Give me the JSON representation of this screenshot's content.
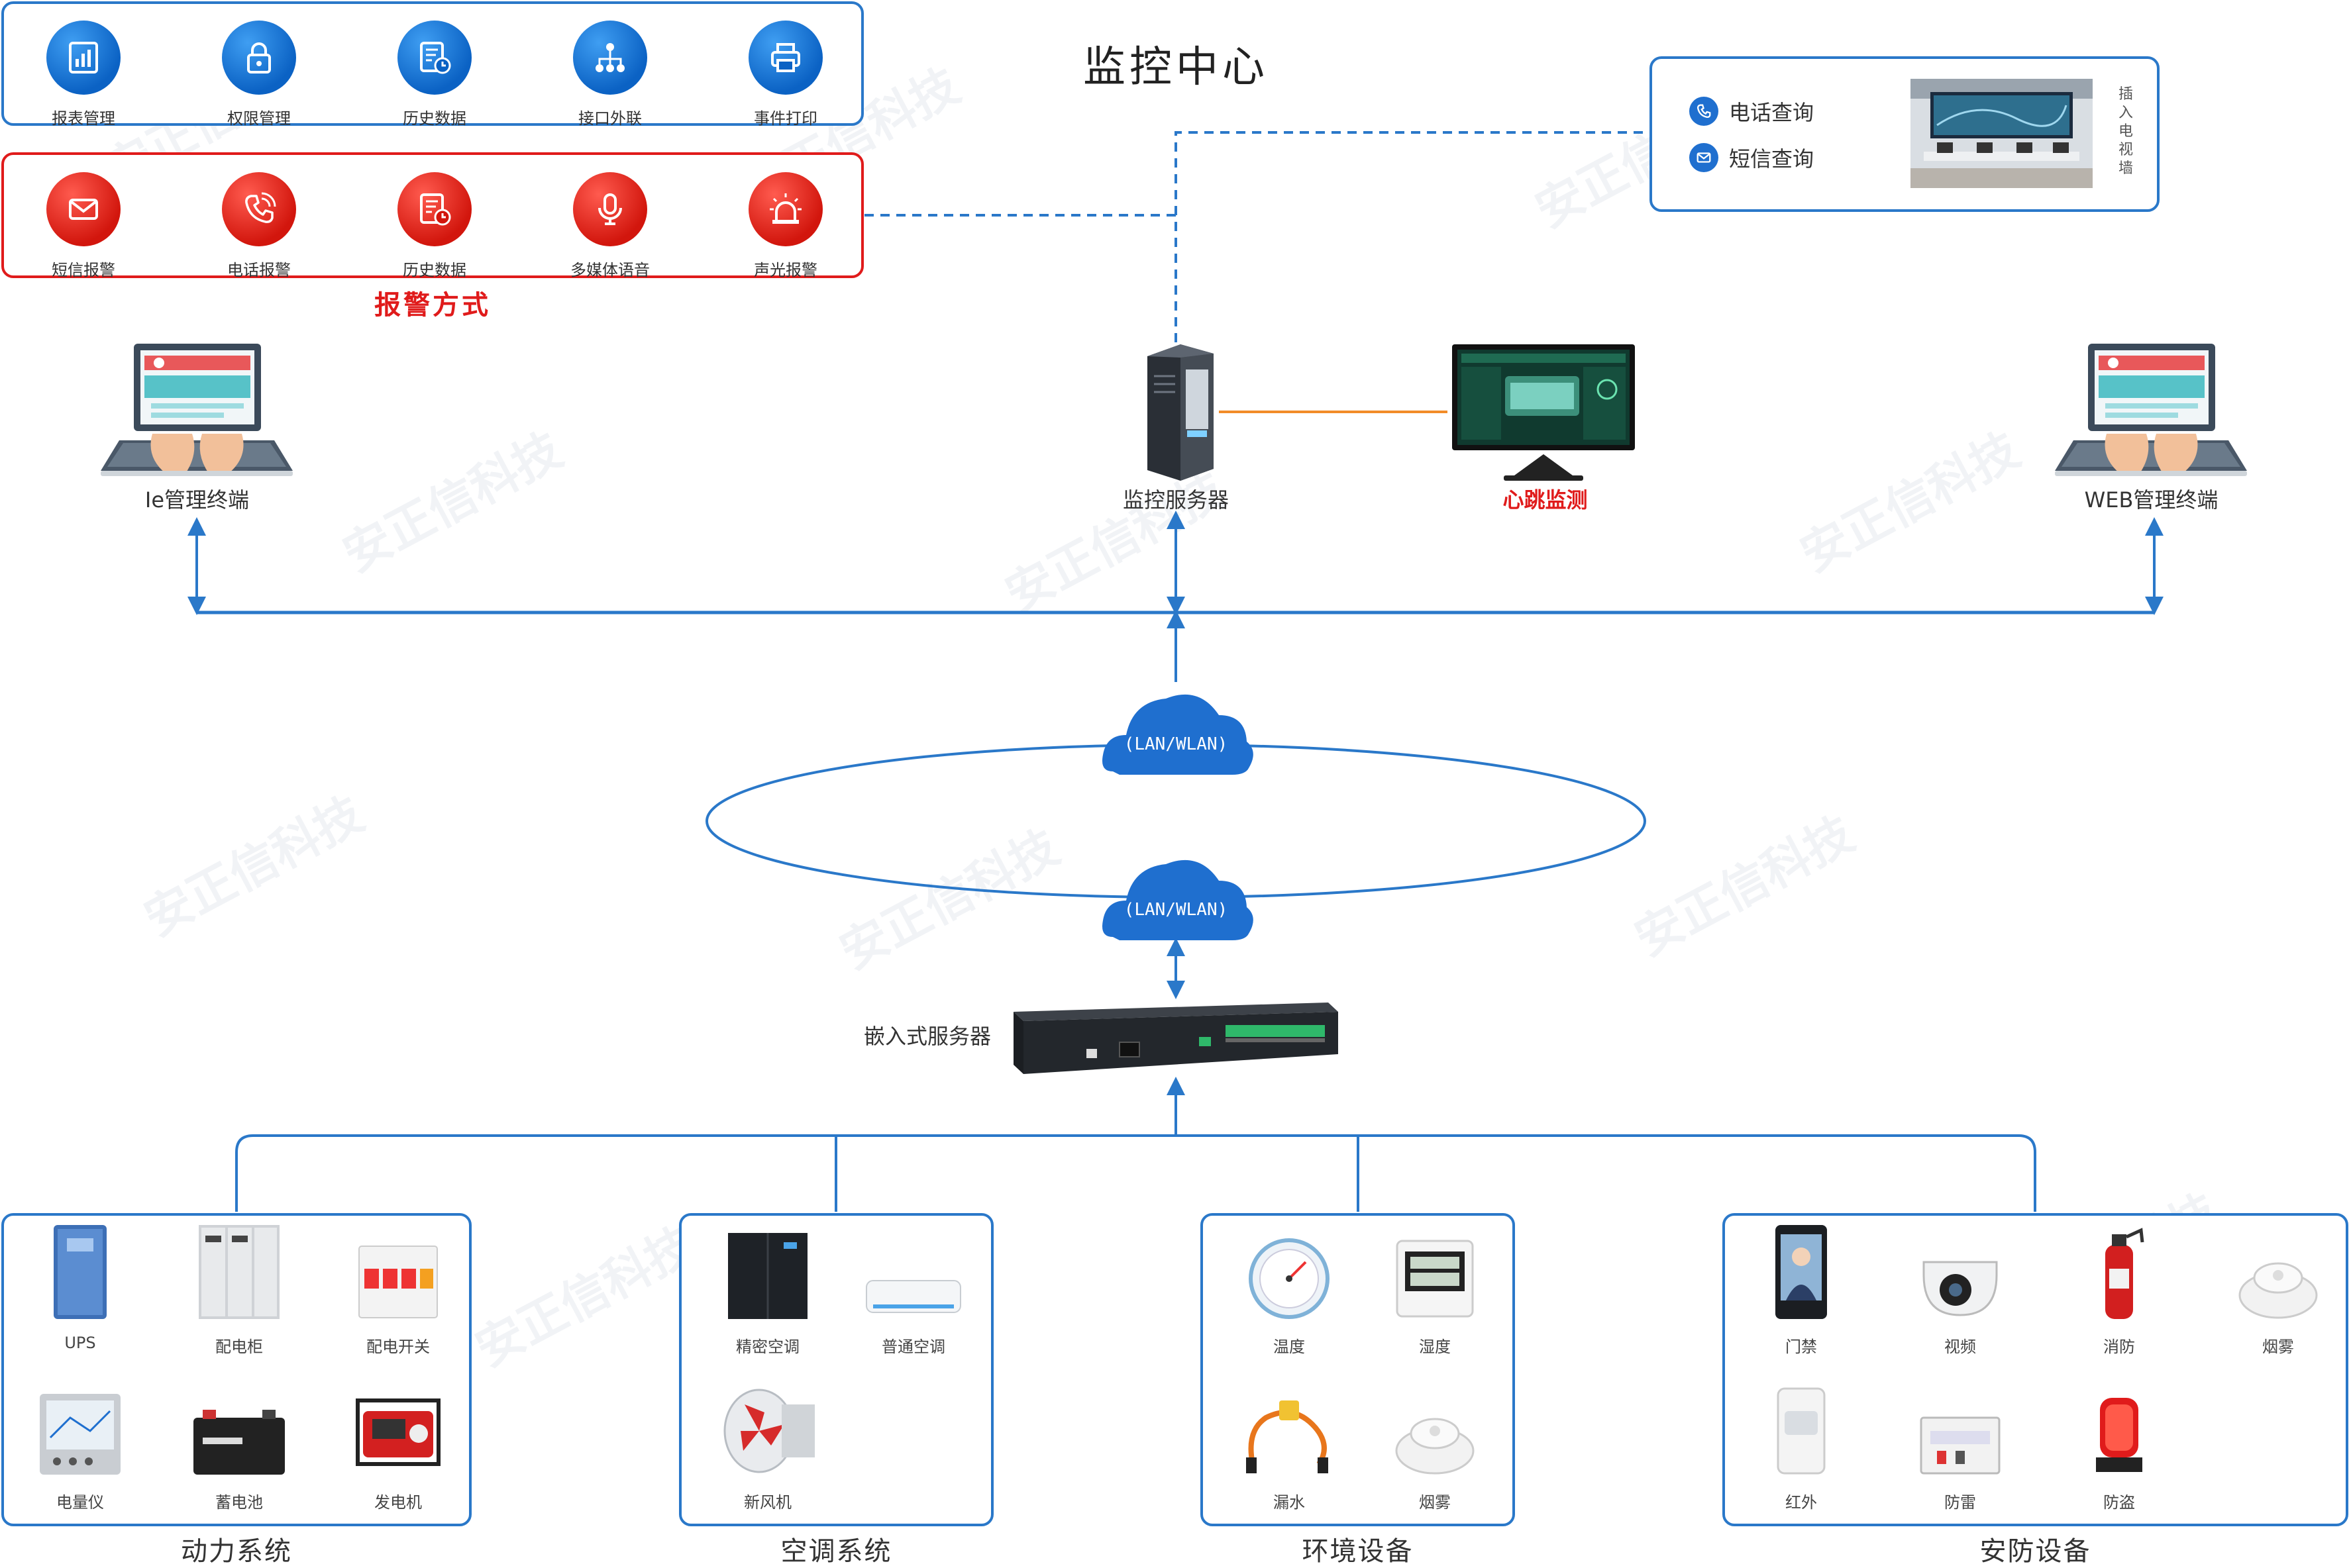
{
  "header": {
    "title": "监控中心"
  },
  "management_bar": {
    "items": [
      {
        "label": "报表管理",
        "icon": "report-chart-icon"
      },
      {
        "label": "权限管理",
        "icon": "lock-icon"
      },
      {
        "label": "历史数据",
        "icon": "history-document-icon"
      },
      {
        "label": "接口外联",
        "icon": "network-tree-icon"
      },
      {
        "label": "事件打印",
        "icon": "printer-icon"
      }
    ]
  },
  "alarm_bar": {
    "title": "报警方式",
    "items": [
      {
        "label": "短信报警",
        "icon": "envelope-icon"
      },
      {
        "label": "电话报警",
        "icon": "phone-icon"
      },
      {
        "label": "历史数据",
        "icon": "history-document-icon"
      },
      {
        "label": "多媒体语音",
        "icon": "microphone-icon"
      },
      {
        "label": "声光报警",
        "icon": "siren-icon"
      }
    ]
  },
  "query_panel": {
    "phone_query": "电话查询",
    "sms_query": "短信查询",
    "video_wall_chars": [
      "插",
      "入",
      "电",
      "视",
      "墙"
    ]
  },
  "nodes": {
    "ie_terminal": "Ie管理终端",
    "monitor_server": "监控服务器",
    "heartbeat": "心跳监测",
    "web_terminal": "WEB管理终端",
    "cloud_top": "(LAN/WLAN)",
    "cloud_bottom": "(LAN/WLAN)",
    "embedded_server": "嵌入式服务器"
  },
  "groups": [
    {
      "title": "动力系统",
      "devices": [
        "UPS",
        "配电柜",
        "配电开关",
        "电量仪",
        "蓄电池",
        "发电机"
      ]
    },
    {
      "title": "空调系统",
      "devices": [
        "精密空调",
        "普通空调",
        "新风机"
      ]
    },
    {
      "title": "环境设备",
      "devices": [
        "温度",
        "湿度",
        "漏水",
        "烟雾"
      ]
    },
    {
      "title": "安防设备",
      "devices": [
        "门禁",
        "视频",
        "消防",
        "烟雾",
        "红外",
        "防雷",
        "防盗"
      ]
    }
  ],
  "watermark": "安正信科技",
  "colors": {
    "accent_blue": "#2a78c9",
    "alarm_red": "#e01b1b",
    "orange_link": "#f28c28"
  }
}
